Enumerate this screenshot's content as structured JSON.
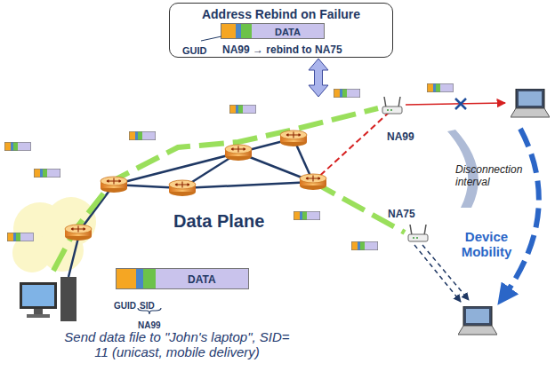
{
  "diagram": {
    "nodes": [
      {
        "text": [
          "Address Rebind on Failure"
        ]
      },
      {
        "text": [
          "DATA"
        ],
        "in": 0
      },
      {
        "text": [
          "Data Plane"
        ]
      },
      {
        "text": [
          "NA99"
        ]
      },
      {
        "text": [
          "NA75"
        ]
      },
      {
        "text": [
          "DATA"
        ]
      }
    ],
    "edges": [
      {
        "from": 0,
        "to": 2,
        "arrow": "both"
      }
    ],
    "labels": [
      "GUID",
      "NA99 → rebind to NA75",
      "Disconnection interval",
      "Device Mobility",
      "GUID",
      "SID",
      "NA99",
      "Send data file to \"John's laptop\", SID= 11 (unicast, mobile delivery)"
    ]
  }
}
